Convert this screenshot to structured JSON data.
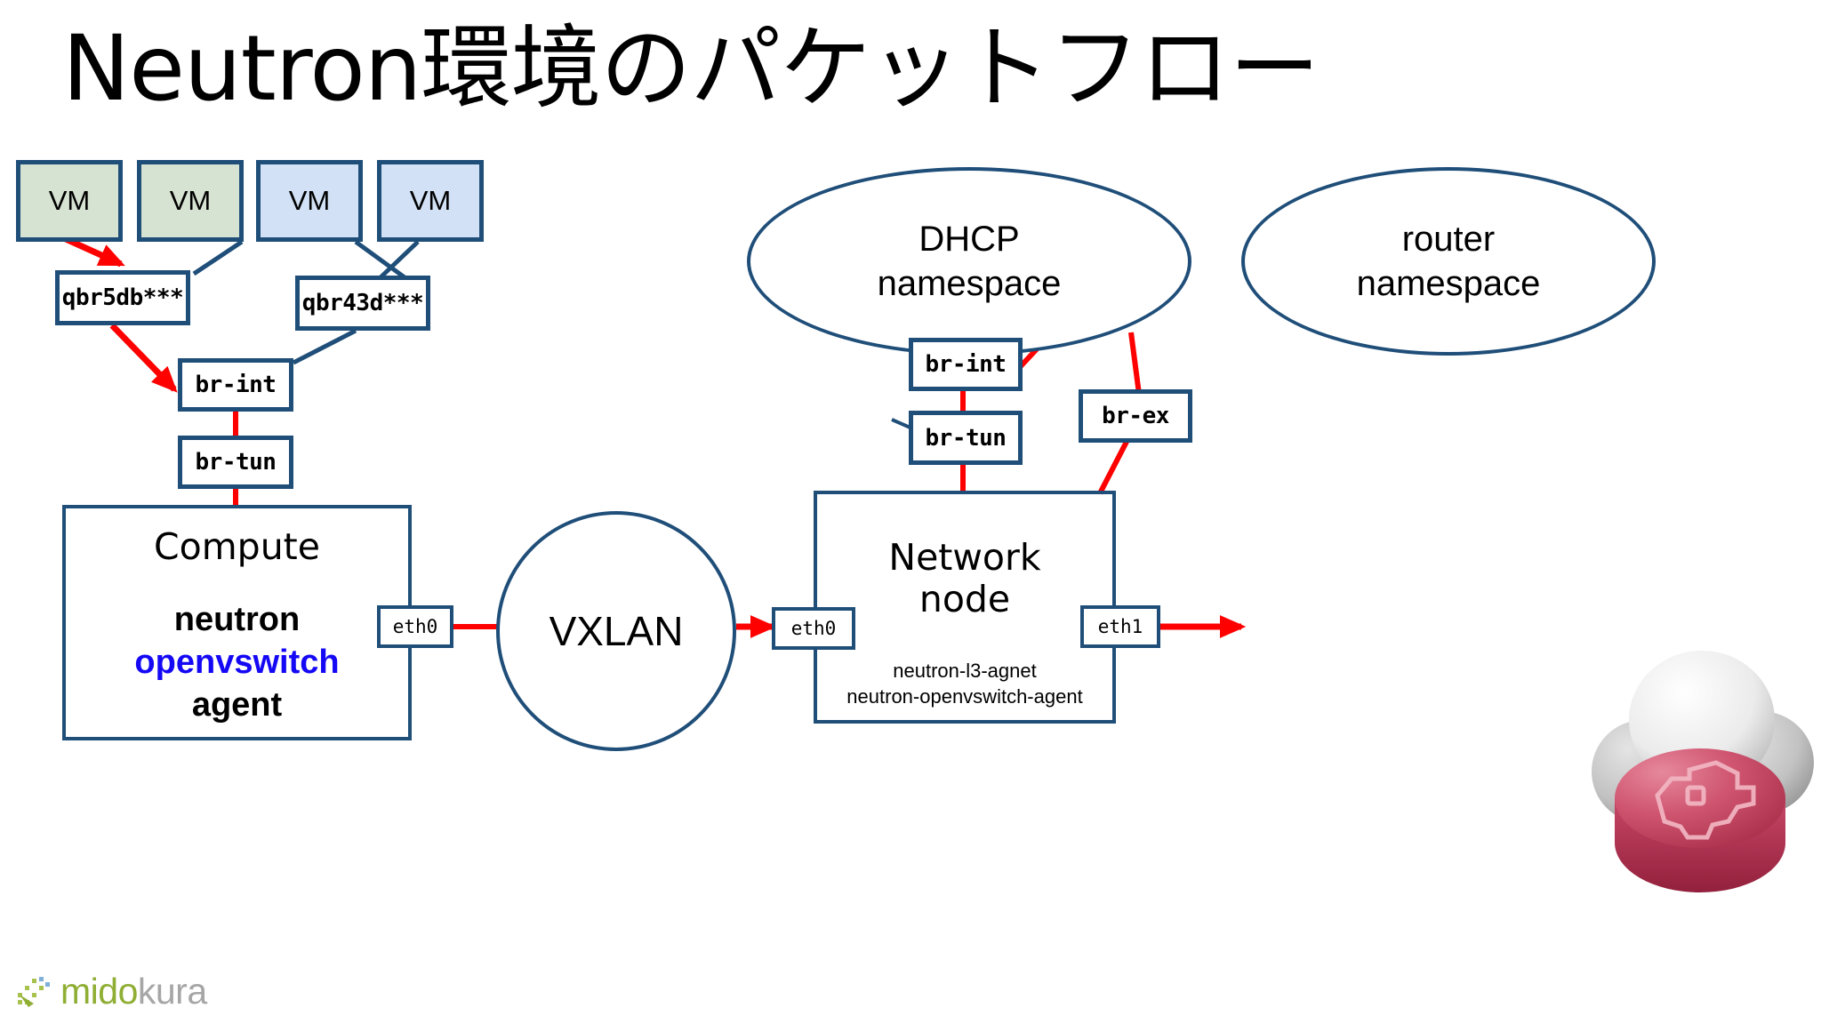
{
  "slide": {
    "title": "Neutron環境のパケットフロー",
    "background": "#ffffff"
  },
  "colors": {
    "box_border": "#1f4e79",
    "vm_green_fill": "#d6e3d2",
    "vm_blue_fill": "#d2e1f5",
    "flow_red": "#ff0000",
    "link_blue": "#1f4e79",
    "accent_blue_text": "#1408f5",
    "logo_green": "#8fae34",
    "logo_gray": "#a6a6a6",
    "cloud_crimson": "#c63f5c",
    "cloud_gray": "#d9d9d9"
  },
  "vms": [
    {
      "label": "VM",
      "fill": "green"
    },
    {
      "label": "VM",
      "fill": "green"
    },
    {
      "label": "VM",
      "fill": "blue"
    },
    {
      "label": "VM",
      "fill": "blue"
    }
  ],
  "compute": {
    "bridges": [
      {
        "label": "qbr5db***"
      },
      {
        "label": "qbr43d***"
      },
      {
        "label": "br-int"
      },
      {
        "label": "br-tun"
      }
    ],
    "host_title": "Compute",
    "agent_lines": [
      {
        "text": "neutron",
        "accent": false
      },
      {
        "text": "openvswitch",
        "accent": true
      },
      {
        "text": "agent",
        "accent": false
      }
    ],
    "nic": "eth0"
  },
  "transport": {
    "label": "VXLAN"
  },
  "network_node": {
    "namespaces": [
      {
        "line1": "DHCP",
        "line2": "namespace"
      },
      {
        "line1": "router",
        "line2": "namespace"
      }
    ],
    "bridges": [
      {
        "label": "br-int"
      },
      {
        "label": "br-tun"
      },
      {
        "label": "br-ex"
      }
    ],
    "host_title_line1": "Network",
    "host_title_line2": "node",
    "services": [
      "neutron-l3-agnet",
      "neutron-openvswitch-agent"
    ],
    "nic_in": "eth0",
    "nic_out": "eth1"
  },
  "external": {
    "icon": "cloud-icon"
  },
  "footer": {
    "logo_part1": "mido",
    "logo_part2": "kura"
  }
}
